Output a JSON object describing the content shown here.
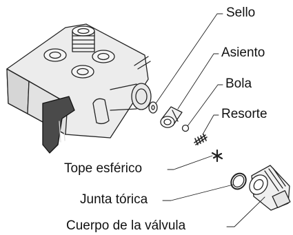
{
  "labels": {
    "sello": "Sello",
    "asiento": "Asiento",
    "bola": "Bola",
    "resorte": "Resorte",
    "tope": "Tope esférico",
    "junta": "Junta tórica",
    "cuerpo": "Cuerpo de la válvula"
  }
}
